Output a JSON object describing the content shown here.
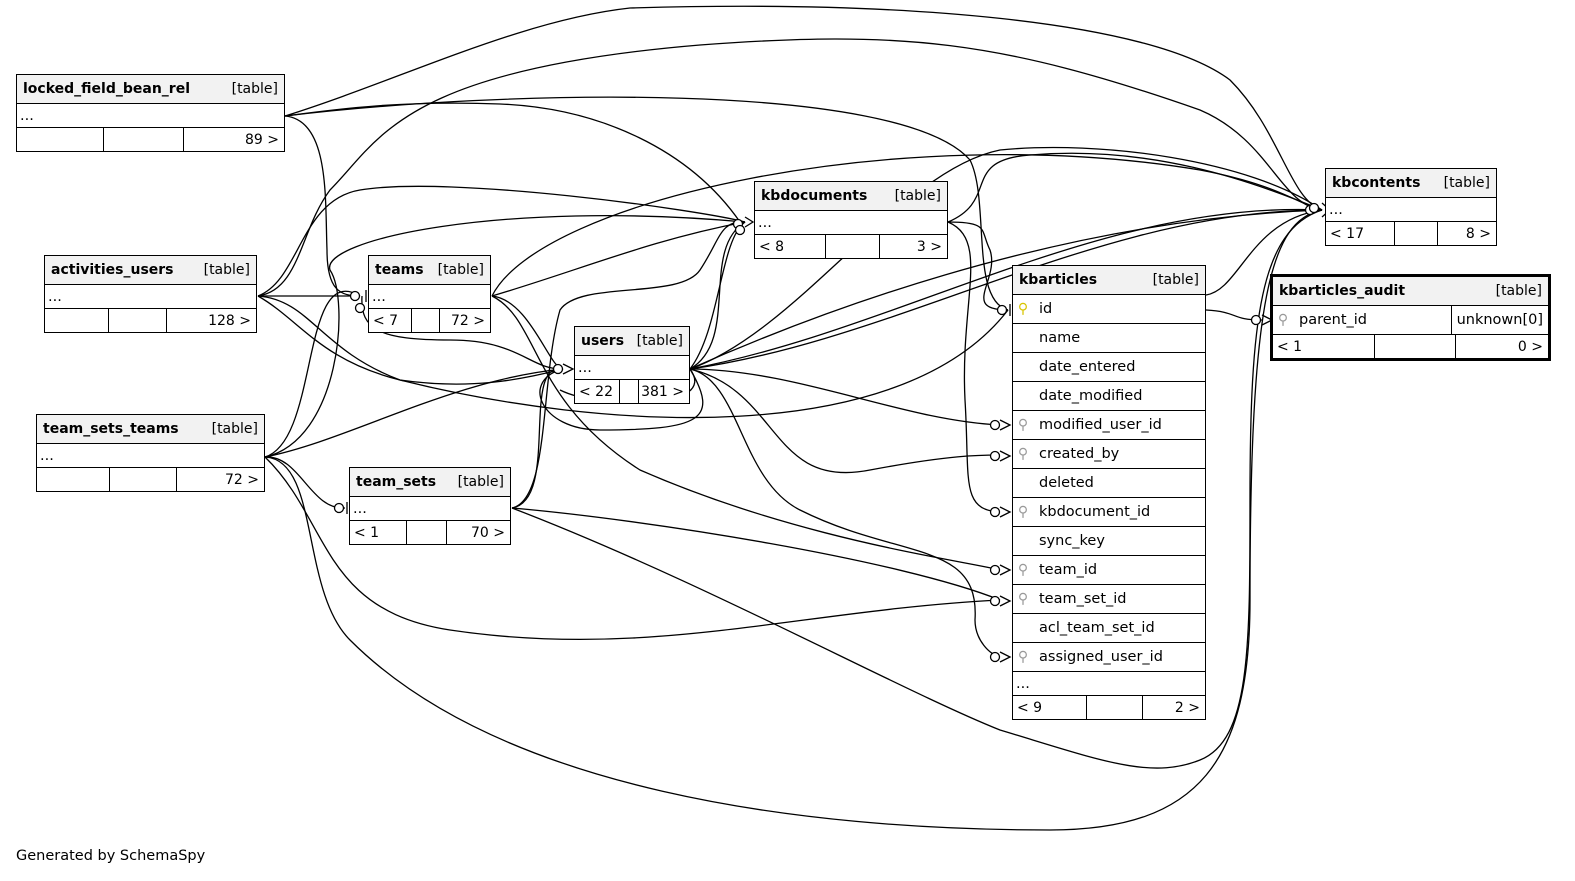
{
  "footer": "Generated by SchemaSpy",
  "type_label": "[table]",
  "ellipsis": "...",
  "tables": {
    "locked_field_bean_rel": {
      "name": "locked_field_bean_rel",
      "parents": "",
      "children": "89 >"
    },
    "activities_users": {
      "name": "activities_users",
      "parents": "",
      "children": "128 >"
    },
    "team_sets_teams": {
      "name": "team_sets_teams",
      "parents": "",
      "children": "72 >"
    },
    "teams": {
      "name": "teams",
      "parents": "< 7",
      "children": "72 >"
    },
    "team_sets": {
      "name": "team_sets",
      "parents": "< 1",
      "children": "70 >"
    },
    "users": {
      "name": "users",
      "parents": "< 22",
      "children": "381 >"
    },
    "kbdocuments": {
      "name": "kbdocuments",
      "parents": "< 8",
      "children": "3 >"
    },
    "kbcontents": {
      "name": "kbcontents",
      "parents": "< 17",
      "children": "8 >"
    },
    "kbarticles": {
      "name": "kbarticles",
      "parents": "< 9",
      "children": "2 >",
      "columns": [
        {
          "name": "id",
          "key": "primary"
        },
        {
          "name": "name",
          "key": "none"
        },
        {
          "name": "date_entered",
          "key": "none"
        },
        {
          "name": "date_modified",
          "key": "none"
        },
        {
          "name": "modified_user_id",
          "key": "foreign"
        },
        {
          "name": "created_by",
          "key": "foreign"
        },
        {
          "name": "deleted",
          "key": "none"
        },
        {
          "name": "kbdocument_id",
          "key": "foreign"
        },
        {
          "name": "sync_key",
          "key": "none"
        },
        {
          "name": "team_id",
          "key": "foreign"
        },
        {
          "name": "team_set_id",
          "key": "foreign"
        },
        {
          "name": "acl_team_set_id",
          "key": "none"
        },
        {
          "name": "assigned_user_id",
          "key": "foreign"
        }
      ]
    },
    "kbarticles_audit": {
      "name": "kbarticles_audit",
      "parents": "< 1",
      "children": "0 >",
      "columns": [
        {
          "name": "parent_id",
          "key": "foreign",
          "type": "unknown[0]"
        }
      ]
    }
  }
}
